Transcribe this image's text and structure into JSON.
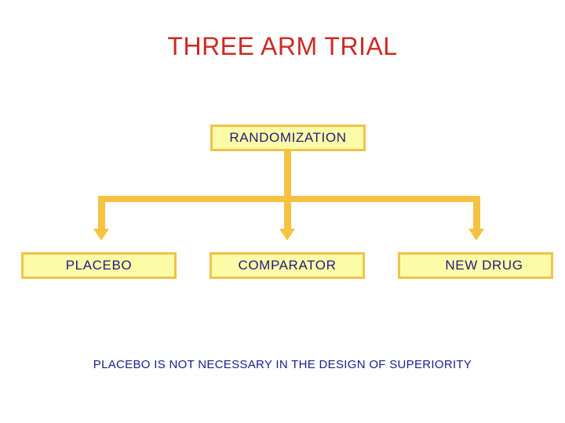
{
  "slide": {
    "title": "THREE ARM TRIAL",
    "caption": "PLACEBO IS NOT NECESSARY IN THE DESIGN OF SUPERIORITY",
    "background_color": "#FFFFFF"
  },
  "colors": {
    "title_red": "#CC2A22",
    "box_fill": "#FCFCA8",
    "box_border": "#F0C24A",
    "box_text": "#221A7A",
    "connector": "#F5C242",
    "caption_text": "#1C1C8C"
  },
  "diagram": {
    "root": {
      "label": "RANDOMIZATION"
    },
    "arms": [
      {
        "label": "PLACEBO"
      },
      {
        "label": "COMPARATOR"
      },
      {
        "label": "NEW DRUG"
      }
    ],
    "connector_names": [
      "stem-randomization-to-bus",
      "bus-bar-horizontal",
      "drop-to-placebo",
      "drop-to-comparator",
      "drop-to-new-drug"
    ]
  }
}
